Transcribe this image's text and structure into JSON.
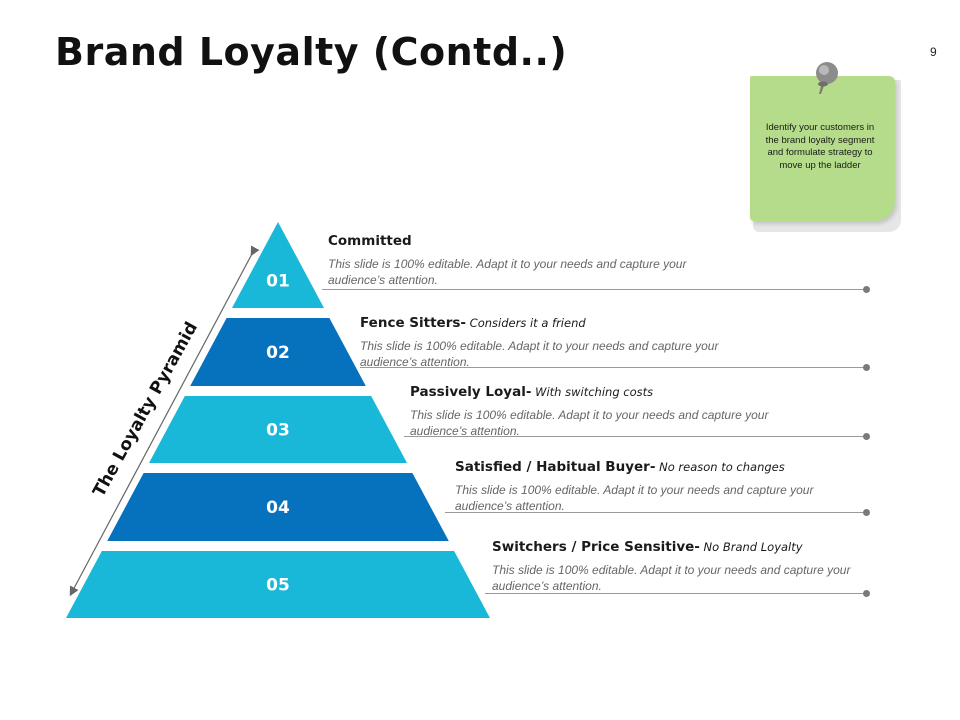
{
  "slide": {
    "title": "Brand Loyalty (Contd..)",
    "page_number": "9"
  },
  "note": {
    "text": "Identify your customers in the brand loyalty segment and formulate strategy to move up the ladder",
    "color": "#b5dc8a"
  },
  "pyramid": {
    "axis_label": "The Loyalty Pyramid",
    "colors": {
      "light": "#1ab8d8",
      "dark": "#0671bd"
    },
    "levels": [
      {
        "number": "01",
        "title": "Committed",
        "subtitle": "",
        "description": "This slide is 100% editable. Adapt it to your needs and capture your audience’s attention.",
        "shade": "light"
      },
      {
        "number": "02",
        "title": "Fence Sitters-",
        "subtitle": "Considers  it a friend",
        "description": "This slide is 100% editable. Adapt it to your needs and capture your audience’s attention.",
        "shade": "dark"
      },
      {
        "number": "03",
        "title": "Passively Loyal-",
        "subtitle": "With switching costs",
        "description": "This slide is 100% editable. Adapt it to your needs and capture your audience’s attention.",
        "shade": "light"
      },
      {
        "number": "04",
        "title": "Satisfied / Habitual Buyer-",
        "subtitle": "No reason to changes",
        "description": "This slide is 100% editable. Adapt it to your needs and capture your audience’s attention.",
        "shade": "dark"
      },
      {
        "number": "05",
        "title": "Switchers / Price Sensitive-",
        "subtitle": "No Brand Loyalty",
        "description": "This slide is 100% editable. Adapt it to your needs and capture your audience’s attention.",
        "shade": "light"
      }
    ]
  }
}
